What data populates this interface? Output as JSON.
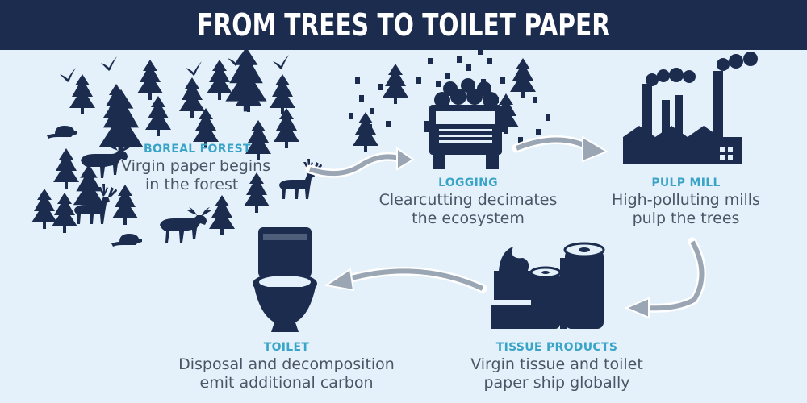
{
  "title": "FROM TREES TO TOILET PAPER",
  "colors": {
    "background": "#e4f1fa",
    "banner": "#1c2c4f",
    "icon": "#1c2c4f",
    "step_title": "#3aa4c8",
    "description": "#4c5566",
    "arrow": "#9aa6b4"
  },
  "steps": [
    {
      "id": "boreal-forest",
      "title": "BOREAL FOREST",
      "lines": [
        "Virgin paper begins",
        "in the forest"
      ],
      "icon": "forest-icon"
    },
    {
      "id": "logging",
      "title": "LOGGING",
      "lines": [
        "Clearcutting decimates",
        "the ecosystem"
      ],
      "icon": "logging-truck-icon"
    },
    {
      "id": "pulp-mill",
      "title": "PULP MILL",
      "lines": [
        "High-polluting mills",
        "pulp the trees"
      ],
      "icon": "factory-icon"
    },
    {
      "id": "tissue-products",
      "title": "TISSUE PRODUCTS",
      "lines": [
        "Virgin tissue and toilet",
        "paper ship globally"
      ],
      "icon": "tissue-rolls-icon"
    },
    {
      "id": "toilet",
      "title": "TOILET",
      "lines": [
        "Disposal and decomposition",
        "emit additional carbon"
      ],
      "icon": "toilet-icon"
    }
  ]
}
